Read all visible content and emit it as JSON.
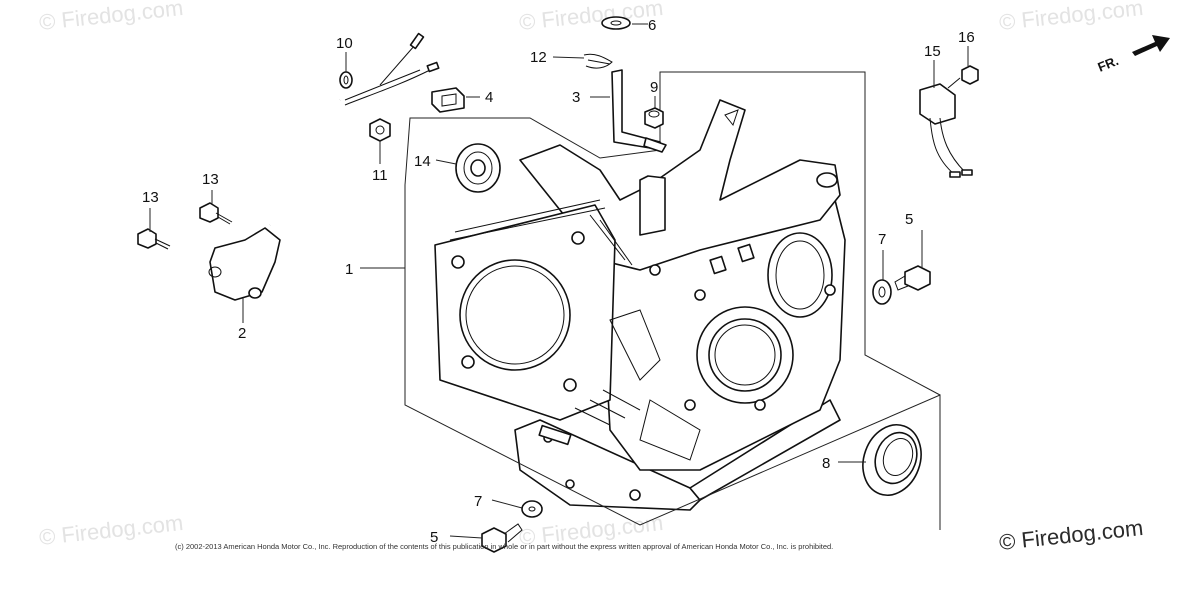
{
  "watermarks": [
    "© Firedog.com",
    "© Firedog.com",
    "© Firedog.com",
    "© Firedog.com",
    "© Firedog.com",
    "© Firedog.com"
  ],
  "brand_watermark": "© Firedog.com",
  "copyright": "(c) 2002-2013 American Honda Motor Co., Inc. Reproduction of the contents of this publication in whole or in part without the express written approval of American Honda Motor Co., Inc. is prohibited.",
  "direction_label": "FR.",
  "callouts": [
    "1",
    "2",
    "3",
    "4",
    "5",
    "5",
    "6",
    "7",
    "7",
    "8",
    "9",
    "10",
    "11",
    "12",
    "13",
    "13",
    "14",
    "15",
    "16"
  ]
}
